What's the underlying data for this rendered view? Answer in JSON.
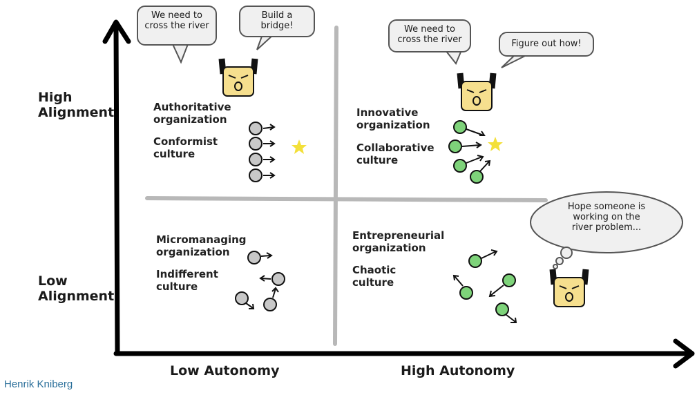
{
  "axes": {
    "y_high": "High\nAlignment",
    "y_low": "Low\nAlignment",
    "x_low": "Low Autonomy",
    "x_high": "High Autonomy"
  },
  "quadrants": {
    "top_left": {
      "org": "Authoritative\norganization",
      "culture": "Conformist\nculture"
    },
    "top_right": {
      "org": "Innovative\norganization",
      "culture": "Collaborative\nculture"
    },
    "bottom_left": {
      "org": "Micromanaging\norganization",
      "culture": "Indifferent\nculture"
    },
    "bottom_right": {
      "org": "Entrepreneurial\norganization",
      "culture": "Chaotic\nculture"
    }
  },
  "bubbles": {
    "tl_boss": "We need to\ncross the river",
    "tl_order": "Build a\nbridge!",
    "tr_boss": "We need to\ncross the river",
    "tr_order": "Figure out how!",
    "br_thought": "Hope someone is\nworking on the\nriver problem..."
  },
  "credit": "Henrik Kniberg",
  "colors": {
    "gray_face": "#c8c8c8",
    "green_face": "#7ed37a",
    "boss_face": "#f6df8e",
    "star": "#f3e03a",
    "divider": "#b5b5b5"
  }
}
